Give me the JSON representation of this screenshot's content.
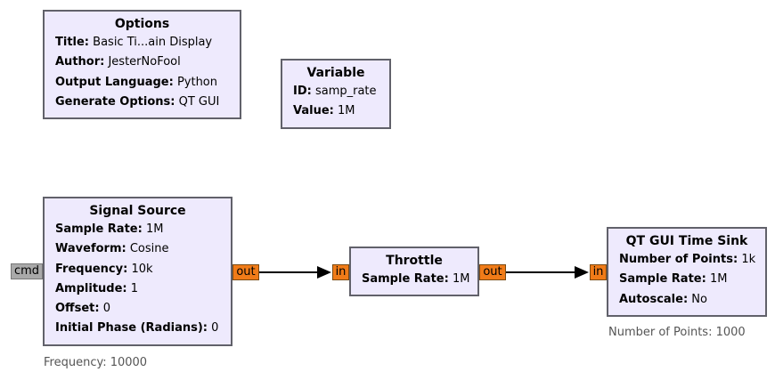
{
  "blocks": {
    "options": {
      "title": "Options",
      "params": [
        {
          "key": "Title:",
          "value": "Basic Ti...ain Display"
        },
        {
          "key": "Author:",
          "value": "JesterNoFool"
        },
        {
          "key": "Output Language:",
          "value": "Python"
        },
        {
          "key": "Generate Options:",
          "value": "QT GUI"
        }
      ]
    },
    "variable": {
      "title": "Variable",
      "params": [
        {
          "key": "ID:",
          "value": "samp_rate"
        },
        {
          "key": "Value:",
          "value": "1M"
        }
      ]
    },
    "signal_source": {
      "title": "Signal Source",
      "params": [
        {
          "key": "Sample Rate:",
          "value": "1M"
        },
        {
          "key": "Waveform:",
          "value": "Cosine"
        },
        {
          "key": "Frequency:",
          "value": "10k"
        },
        {
          "key": "Amplitude:",
          "value": "1"
        },
        {
          "key": "Offset:",
          "value": "0"
        },
        {
          "key": "Initial Phase (Radians):",
          "value": "0"
        }
      ],
      "note": "Frequency: 10000",
      "ports": {
        "cmd": "cmd",
        "out": "out"
      }
    },
    "throttle": {
      "title": "Throttle",
      "params": [
        {
          "key": "Sample Rate:",
          "value": "1M"
        }
      ],
      "ports": {
        "in": "in",
        "out": "out"
      }
    },
    "time_sink": {
      "title": "QT GUI Time Sink",
      "params": [
        {
          "key": "Number of Points:",
          "value": "1k"
        },
        {
          "key": "Sample Rate:",
          "value": "1M"
        },
        {
          "key": "Autoscale:",
          "value": "No"
        }
      ],
      "note": "Number of Points: 1000",
      "ports": {
        "in": "in"
      }
    }
  },
  "colors": {
    "block_fill": "#eeeafd",
    "block_border": "#61616a",
    "port_fill": "#f07b18",
    "msg_port_fill": "#a9a9a9",
    "wire": "#000000"
  }
}
